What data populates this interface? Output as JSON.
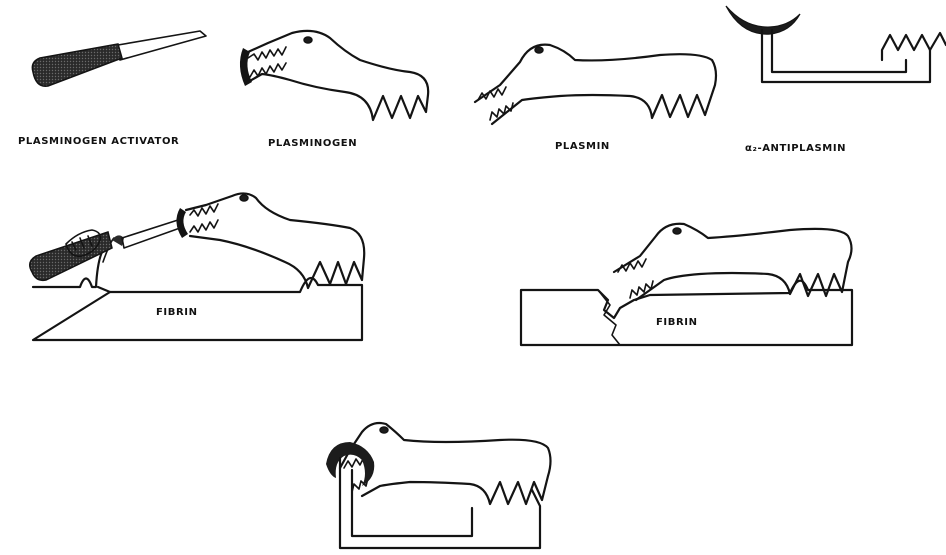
{
  "labels": {
    "plasminogen_activator": "PLASMINOGEN ACTIVATOR",
    "plasminogen": "PLASMINOGEN",
    "plasmin": "PLASMIN",
    "antiplasmin": "α₂-ANTIPLASMIN",
    "fibrin_left": "FIBRIN",
    "fibrin_right": "FIBRIN"
  }
}
